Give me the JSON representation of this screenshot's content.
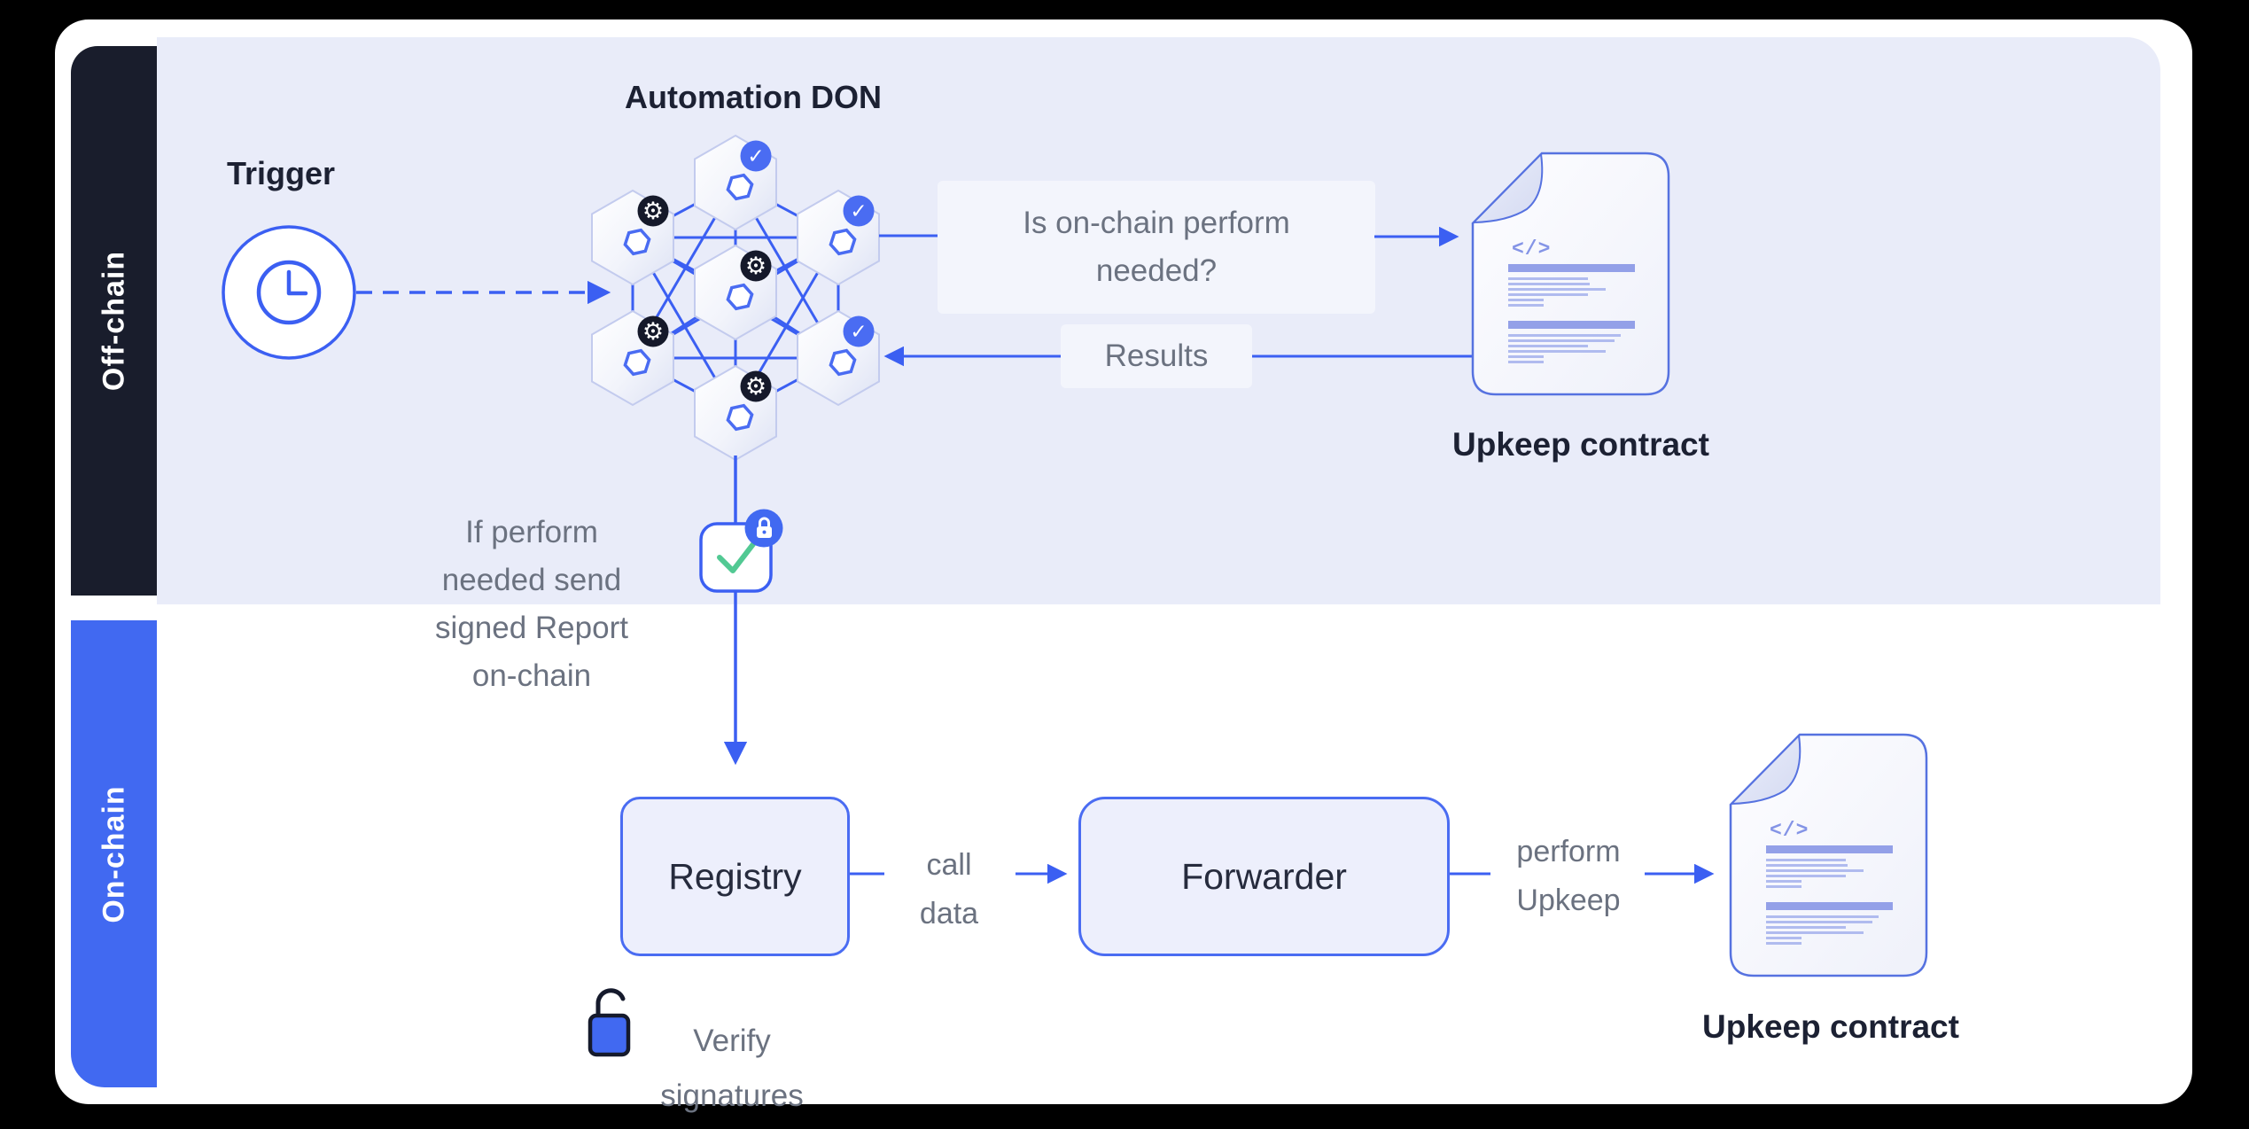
{
  "sidebars": {
    "off_chain": "Off-chain",
    "on_chain": "On-chain"
  },
  "offchain": {
    "trigger_label": "Trigger",
    "don_label": "Automation DON",
    "question_lines": [
      "Is on-chain perform",
      "needed?"
    ],
    "results_label": "Results",
    "upkeep_contract_label": "Upkeep contract",
    "report_note_lines": [
      "If perform",
      "needed send",
      "signed Report",
      "on-chain"
    ]
  },
  "onchain": {
    "registry_label": "Registry",
    "forwarder_label": "Forwarder",
    "call_data_lines": [
      "call",
      "data"
    ],
    "perform_upkeep_lines": [
      "perform",
      "Upkeep"
    ],
    "verify_lines": [
      "Verify",
      "signatures"
    ],
    "upkeep_contract_label": "Upkeep contract"
  },
  "icons": {
    "check": "✓",
    "gear": "⚙",
    "code": "</>"
  },
  "colors": {
    "line_blue": "#3b5ff2",
    "badge_blue": "#4a6cf2",
    "badge_dark": "#15192a",
    "sidebar_dark": "#191d2c",
    "sidebar_blue": "#4169f1",
    "band_lavender": "#e9ecf9",
    "green_check": "#52c993",
    "gray_text": "#6b7280",
    "dark_text": "#1c2133"
  }
}
